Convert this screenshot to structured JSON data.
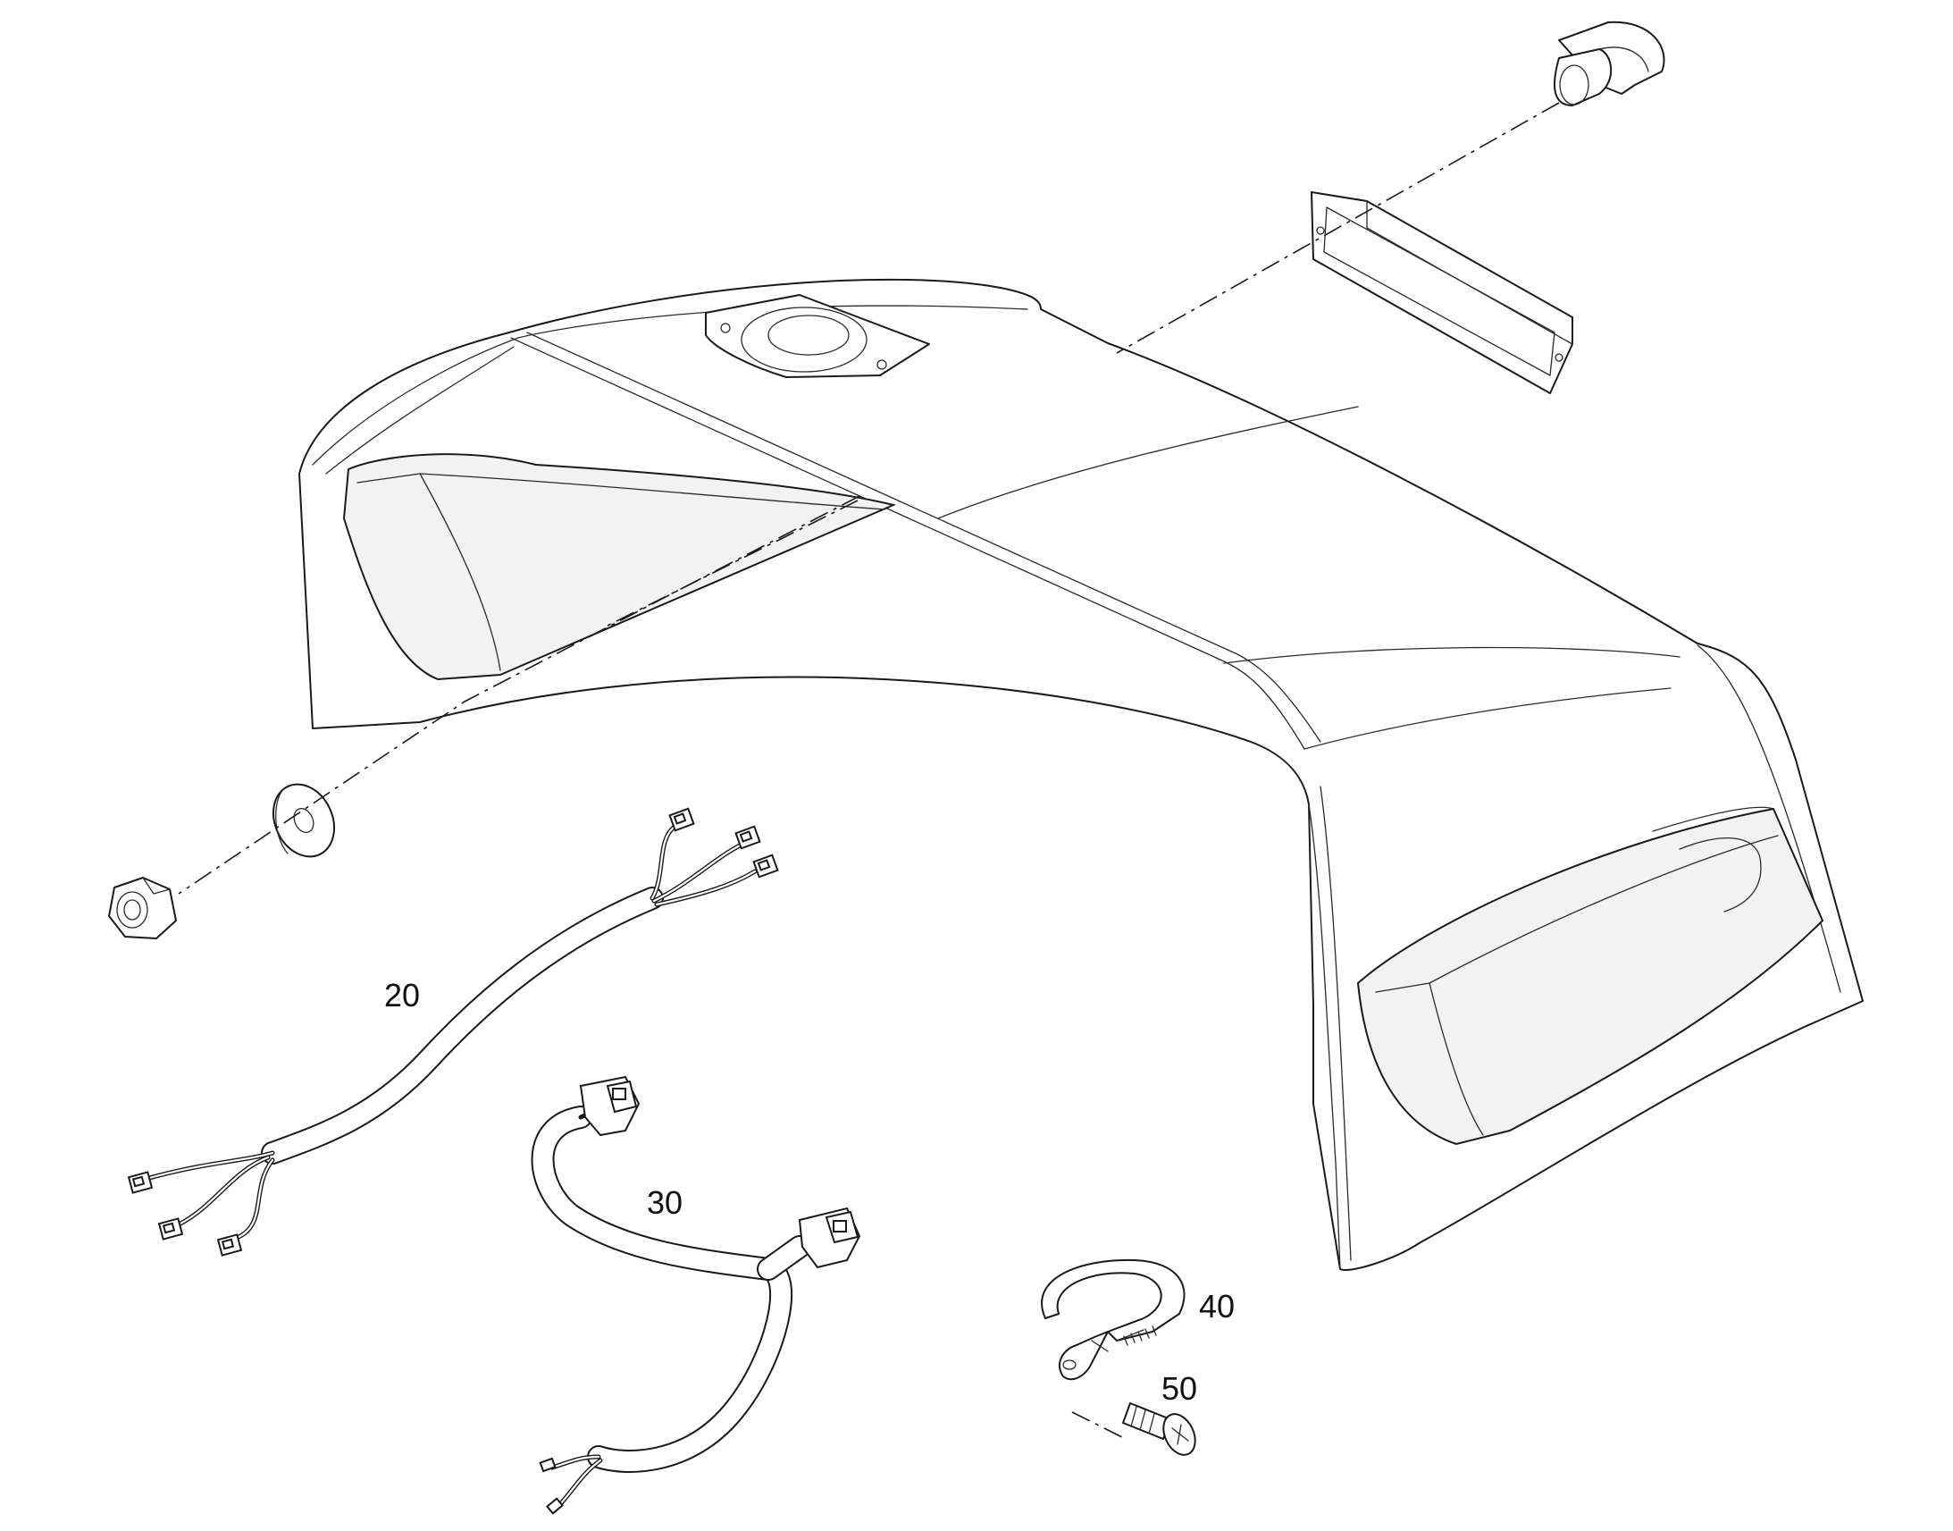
{
  "callouts": [
    {
      "id": "harness_main",
      "text": "20"
    },
    {
      "id": "harness_light",
      "text": "30"
    },
    {
      "id": "cable_tie",
      "text": "40"
    },
    {
      "id": "screw",
      "text": "50"
    }
  ],
  "colors": {
    "line": "#1a1a1a",
    "background": "#ffffff",
    "shade": "#f2f2f2"
  }
}
